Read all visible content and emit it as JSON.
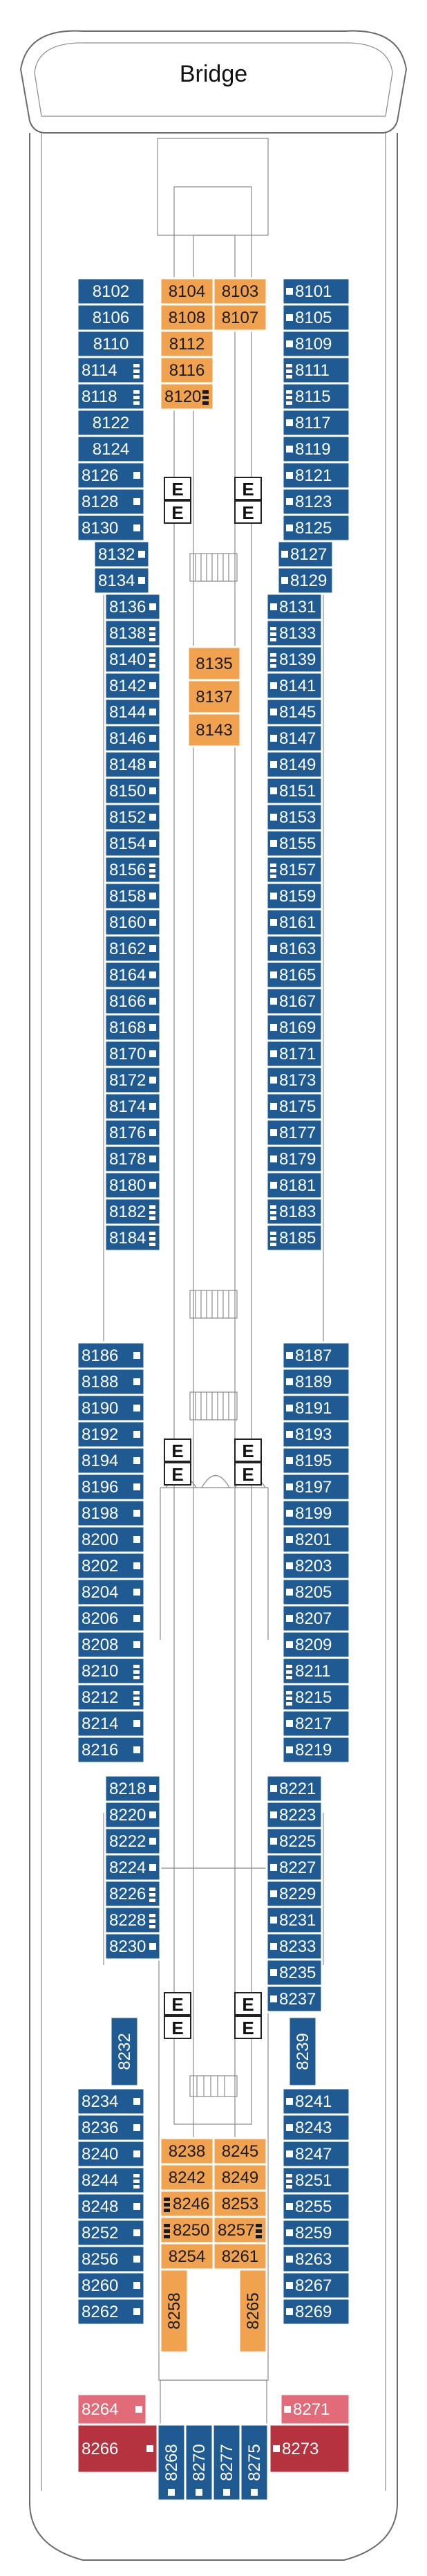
{
  "deck": {
    "bridge_label": "Bridge",
    "elevator_label": "E"
  },
  "colors": {
    "blue": "#1f5a92",
    "orange": "#f1a24f",
    "pink": "#e26b7a",
    "red": "#b5333e",
    "outline": "#6b6b6b"
  },
  "cabins": {
    "left_outer_top": [
      {
        "num": "8102"
      },
      {
        "num": "8106"
      },
      {
        "num": "8110"
      },
      {
        "num": "8114",
        "icon": "berth"
      },
      {
        "num": "8118",
        "icon": "berth"
      },
      {
        "num": "8122"
      },
      {
        "num": "8124"
      },
      {
        "num": "8126",
        "icon": "square"
      },
      {
        "num": "8128",
        "icon": "square"
      },
      {
        "num": "8130",
        "icon": "square"
      }
    ],
    "right_outer_top": [
      {
        "num": "8101",
        "icon": "square"
      },
      {
        "num": "8105",
        "icon": "square"
      },
      {
        "num": "8109",
        "icon": "square"
      },
      {
        "num": "8111",
        "icon": "berth"
      },
      {
        "num": "8115",
        "icon": "berth"
      },
      {
        "num": "8117",
        "icon": "square"
      },
      {
        "num": "8119",
        "icon": "square"
      },
      {
        "num": "8121",
        "icon": "square"
      },
      {
        "num": "8123",
        "icon": "square"
      },
      {
        "num": "8125",
        "icon": "square"
      }
    ],
    "orange_top": [
      {
        "num": "8104"
      },
      {
        "num": "8103"
      },
      {
        "num": "8108"
      },
      {
        "num": "8107"
      },
      {
        "num": "8112"
      },
      {
        "num": "8116"
      },
      {
        "num": "8120",
        "icon": "berth"
      }
    ],
    "left_step_top": [
      {
        "num": "8132",
        "icon": "square"
      },
      {
        "num": "8134",
        "icon": "square"
      }
    ],
    "right_step_top": [
      {
        "num": "8127",
        "icon": "square"
      },
      {
        "num": "8129",
        "icon": "square"
      }
    ],
    "left_inner_mid": [
      {
        "num": "8136",
        "icon": "square"
      },
      {
        "num": "8138",
        "icon": "berth"
      },
      {
        "num": "8140",
        "icon": "berth"
      },
      {
        "num": "8142",
        "icon": "square"
      },
      {
        "num": "8144",
        "icon": "square"
      },
      {
        "num": "8146",
        "icon": "square"
      },
      {
        "num": "8148",
        "icon": "square"
      },
      {
        "num": "8150",
        "icon": "square"
      },
      {
        "num": "8152",
        "icon": "square"
      },
      {
        "num": "8154",
        "icon": "square"
      },
      {
        "num": "8156",
        "icon": "berth"
      },
      {
        "num": "8158",
        "icon": "square"
      },
      {
        "num": "8160",
        "icon": "square"
      },
      {
        "num": "8162",
        "icon": "square"
      },
      {
        "num": "8164",
        "icon": "square"
      },
      {
        "num": "8166",
        "icon": "square"
      },
      {
        "num": "8168",
        "icon": "square"
      },
      {
        "num": "8170",
        "icon": "square"
      },
      {
        "num": "8172",
        "icon": "square"
      },
      {
        "num": "8174",
        "icon": "square"
      },
      {
        "num": "8176",
        "icon": "square"
      },
      {
        "num": "8178",
        "icon": "square"
      },
      {
        "num": "8180",
        "icon": "square"
      },
      {
        "num": "8182",
        "icon": "berth"
      },
      {
        "num": "8184",
        "icon": "berth"
      }
    ],
    "right_inner_mid": [
      {
        "num": "8131",
        "icon": "square"
      },
      {
        "num": "8133",
        "icon": "berth"
      },
      {
        "num": "8139",
        "icon": "berth"
      },
      {
        "num": "8141",
        "icon": "square"
      },
      {
        "num": "8145",
        "icon": "square"
      },
      {
        "num": "8147",
        "icon": "square"
      },
      {
        "num": "8149",
        "icon": "square"
      },
      {
        "num": "8151",
        "icon": "square"
      },
      {
        "num": "8153",
        "icon": "square"
      },
      {
        "num": "8155",
        "icon": "square"
      },
      {
        "num": "8157",
        "icon": "berth"
      },
      {
        "num": "8159",
        "icon": "square"
      },
      {
        "num": "8161",
        "icon": "square"
      },
      {
        "num": "8163",
        "icon": "square"
      },
      {
        "num": "8165",
        "icon": "square"
      },
      {
        "num": "8167",
        "icon": "square"
      },
      {
        "num": "8169",
        "icon": "square"
      },
      {
        "num": "8171",
        "icon": "square"
      },
      {
        "num": "8173",
        "icon": "square"
      },
      {
        "num": "8175",
        "icon": "square"
      },
      {
        "num": "8177",
        "icon": "square"
      },
      {
        "num": "8179",
        "icon": "square"
      },
      {
        "num": "8181",
        "icon": "square"
      },
      {
        "num": "8183",
        "icon": "berth"
      },
      {
        "num": "8185",
        "icon": "berth"
      }
    ],
    "orange_mid": [
      {
        "num": "8135"
      },
      {
        "num": "8137"
      },
      {
        "num": "8143"
      }
    ],
    "left_outer_mid": [
      {
        "num": "8186",
        "icon": "square"
      },
      {
        "num": "8188",
        "icon": "square"
      },
      {
        "num": "8190",
        "icon": "square"
      },
      {
        "num": "8192",
        "icon": "square"
      },
      {
        "num": "8194",
        "icon": "square"
      },
      {
        "num": "8196",
        "icon": "square"
      },
      {
        "num": "8198",
        "icon": "square"
      },
      {
        "num": "8200",
        "icon": "square"
      },
      {
        "num": "8202",
        "icon": "square"
      },
      {
        "num": "8204",
        "icon": "square"
      },
      {
        "num": "8206",
        "icon": "square"
      },
      {
        "num": "8208",
        "icon": "square"
      },
      {
        "num": "8210",
        "icon": "berth"
      },
      {
        "num": "8212",
        "icon": "berth"
      },
      {
        "num": "8214",
        "icon": "square"
      },
      {
        "num": "8216",
        "icon": "square"
      }
    ],
    "right_outer_mid": [
      {
        "num": "8187",
        "icon": "square"
      },
      {
        "num": "8189",
        "icon": "square"
      },
      {
        "num": "8191",
        "icon": "square"
      },
      {
        "num": "8193",
        "icon": "square"
      },
      {
        "num": "8195",
        "icon": "square"
      },
      {
        "num": "8197",
        "icon": "square"
      },
      {
        "num": "8199",
        "icon": "square"
      },
      {
        "num": "8201",
        "icon": "square"
      },
      {
        "num": "8203",
        "icon": "square"
      },
      {
        "num": "8205",
        "icon": "square"
      },
      {
        "num": "8207",
        "icon": "square"
      },
      {
        "num": "8209",
        "icon": "square"
      },
      {
        "num": "8211",
        "icon": "berth"
      },
      {
        "num": "8215",
        "icon": "berth"
      },
      {
        "num": "8217",
        "icon": "square"
      },
      {
        "num": "8219",
        "icon": "square"
      }
    ],
    "left_inner_low": [
      {
        "num": "8218",
        "icon": "square"
      },
      {
        "num": "8220",
        "icon": "square"
      },
      {
        "num": "8222",
        "icon": "square"
      },
      {
        "num": "8224",
        "icon": "square"
      },
      {
        "num": "8226",
        "icon": "berth"
      },
      {
        "num": "8228",
        "icon": "berth"
      },
      {
        "num": "8230",
        "icon": "square"
      }
    ],
    "right_inner_low": [
      {
        "num": "8221",
        "icon": "square"
      },
      {
        "num": "8223",
        "icon": "square"
      },
      {
        "num": "8225",
        "icon": "square"
      },
      {
        "num": "8227",
        "icon": "square"
      },
      {
        "num": "8229",
        "icon": "square"
      },
      {
        "num": "8231",
        "icon": "square"
      },
      {
        "num": "8233",
        "icon": "square"
      }
    ],
    "right_step_low": [
      {
        "num": "8235",
        "icon": "square"
      },
      {
        "num": "8237",
        "icon": "square"
      }
    ],
    "vertical_small": [
      {
        "num": "8232"
      },
      {
        "num": "8239"
      }
    ],
    "left_outer_aft": [
      {
        "num": "8234",
        "icon": "square"
      },
      {
        "num": "8236",
        "icon": "square"
      },
      {
        "num": "8240",
        "icon": "square"
      },
      {
        "num": "8244",
        "icon": "berth"
      },
      {
        "num": "8248",
        "icon": "square"
      },
      {
        "num": "8252",
        "icon": "square"
      },
      {
        "num": "8256",
        "icon": "square"
      },
      {
        "num": "8260",
        "icon": "square"
      },
      {
        "num": "8262",
        "icon": "square"
      }
    ],
    "right_outer_aft": [
      {
        "num": "8241",
        "icon": "square"
      },
      {
        "num": "8243",
        "icon": "square"
      },
      {
        "num": "8247",
        "icon": "square"
      },
      {
        "num": "8251",
        "icon": "berth"
      },
      {
        "num": "8255",
        "icon": "square"
      },
      {
        "num": "8259",
        "icon": "square"
      },
      {
        "num": "8263",
        "icon": "square"
      },
      {
        "num": "8267",
        "icon": "square"
      },
      {
        "num": "8269",
        "icon": "square"
      }
    ],
    "orange_aft": [
      {
        "num": "8238"
      },
      {
        "num": "8245"
      },
      {
        "num": "8242"
      },
      {
        "num": "8249"
      },
      {
        "num": "8246",
        "icon": "berth"
      },
      {
        "num": "8253"
      },
      {
        "num": "8250",
        "icon": "berth"
      },
      {
        "num": "8257",
        "icon": "berth"
      },
      {
        "num": "8254"
      },
      {
        "num": "8261"
      }
    ],
    "orange_vertical": [
      {
        "num": "8258"
      },
      {
        "num": "8265"
      }
    ],
    "pink": [
      {
        "num": "8264",
        "icon": "square"
      },
      {
        "num": "8271",
        "icon": "square"
      }
    ],
    "red": [
      {
        "num": "8266",
        "icon": "square"
      },
      {
        "num": "8273",
        "icon": "square"
      }
    ],
    "blue_stern": [
      {
        "num": "8268",
        "icon": "square"
      },
      {
        "num": "8270",
        "icon": "square"
      },
      {
        "num": "8277",
        "icon": "square"
      },
      {
        "num": "8275",
        "icon": "square"
      }
    ]
  }
}
